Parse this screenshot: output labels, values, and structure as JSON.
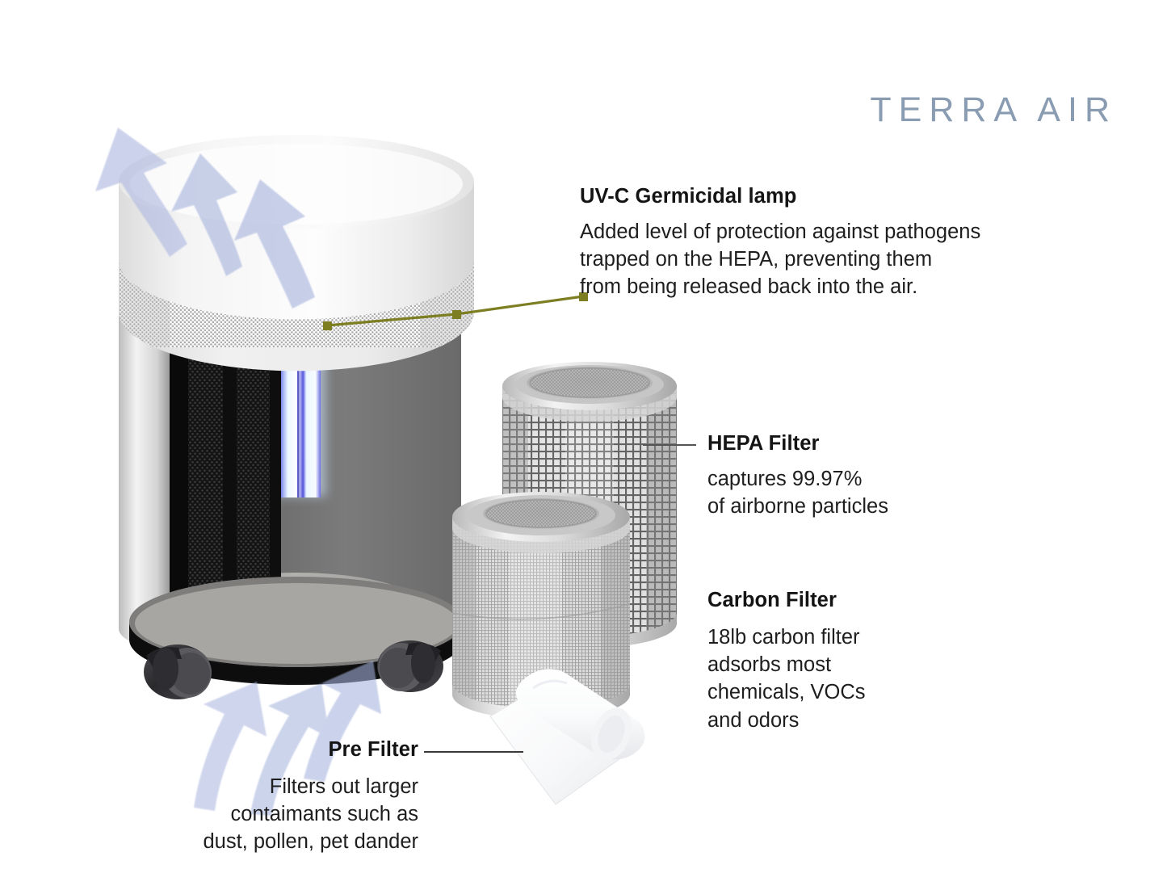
{
  "brand": {
    "name": "TERRA AIR"
  },
  "background_color": "#ffffff",
  "callouts": [
    {
      "id": "uvc",
      "title": "UV-C Germicidal lamp",
      "body": "Added level of protection against pathogens trapped on the HEPA, preventing them from being released back into the air.",
      "leader_color": "#7d7d22",
      "leader_style": "elbow-with-square-nodes"
    },
    {
      "id": "hepa",
      "title": "HEPA Filter",
      "body": "captures 99.97%\nof airborne particles",
      "leader_color": "#555555",
      "leader_style": "straight"
    },
    {
      "id": "carbon",
      "title": "Carbon Filter",
      "body": "18lb carbon filter adsorbs most chemicals, VOCs and odors",
      "leader_color": "none",
      "leader_style": "none"
    },
    {
      "id": "prefilter",
      "title": "Pre Filter",
      "body": "Filters out larger contaimants such as dust, pollen, pet dander",
      "leader_color": "#3a3a3a",
      "leader_style": "straight"
    }
  ],
  "uvc": {
    "title": "UV-C Germicidal lamp",
    "line1": "Added level of protection against pathogens",
    "line2": "trapped on the HEPA, preventing them",
    "line3": "from being released back into the air."
  },
  "hepa": {
    "title": "HEPA Filter",
    "line1": "captures 99.97%",
    "line2": "of airborne particles"
  },
  "carbon": {
    "title": "Carbon Filter",
    "line1": "18lb carbon filter",
    "line2": "adsorbs most",
    "line3": "chemicals, VOCs",
    "line4": "and odors"
  },
  "prefilter": {
    "title": "Pre Filter",
    "line1": "Filters out larger",
    "line2": "contaimants such as",
    "line3": "dust, pollen, pet dander"
  },
  "graphics": {
    "airflow_arrow_color": "#aeb8e0",
    "uv_lamp_color": "#e8f4ff",
    "uv_lamp_edge_color": "#2a2ae0",
    "brand_color": "#8a9cb2",
    "purifier_body_color": "#6e6e6e",
    "purifier_top_color": "#f2f2f2",
    "carbon_block_color": "#1d1d1d",
    "base_color": "#141414",
    "filter_metal_color": "#c9c9c9",
    "arrows_top_count": 3,
    "arrows_bottom_count": 3,
    "caster_count": 2
  }
}
